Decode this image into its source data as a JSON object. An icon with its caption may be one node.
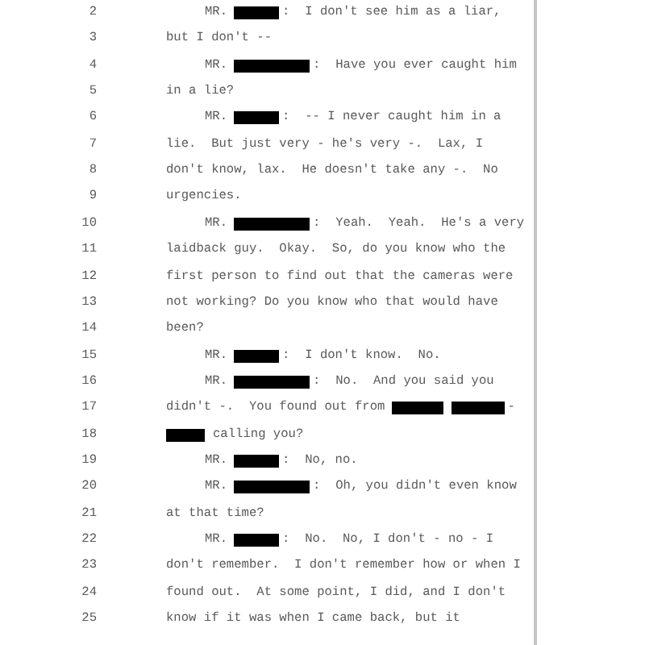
{
  "diagram": {
    "labels": [
      "2",
      "MR.",
      ":  I don't see him as a liar,",
      "3",
      "but I don't --",
      "4",
      "MR.",
      ":  Have you ever caught him",
      "5",
      "in a lie?",
      "6",
      "MR.",
      ":  -- I never caught him in a",
      "7",
      "lie.  But just very - he's very -.  Lax, I",
      "8",
      "don't know, lax.  He doesn't take any -.  No",
      "9",
      "urgencies.",
      "10",
      "MR.",
      ":  Yeah.  Yeah.  He's a very",
      "11",
      "laidback guy.  Okay.  So, do you know who the",
      "12",
      "first person to find out that the cameras were",
      "13",
      "not working? Do you know who that would have",
      "14",
      "been?",
      "15",
      "MR.",
      ":  I don't know.  No.",
      "16",
      "MR.",
      ":  No.  And you said you",
      "17",
      "didn't -.  You found out from",
      "-",
      "18",
      "calling you?",
      "19",
      "MR.",
      ":  No, no.",
      "20",
      "MR.",
      ":  Oh, you didn't even know",
      "21",
      "at that time?",
      "22",
      "MR.",
      ":  No.  No, I don't - no - I",
      "23",
      "don't remember.  I don't remember how or when I",
      "24",
      "found out.  At some point, I did, and I don't",
      "25",
      "know if it was when I came back, but it"
    ]
  }
}
